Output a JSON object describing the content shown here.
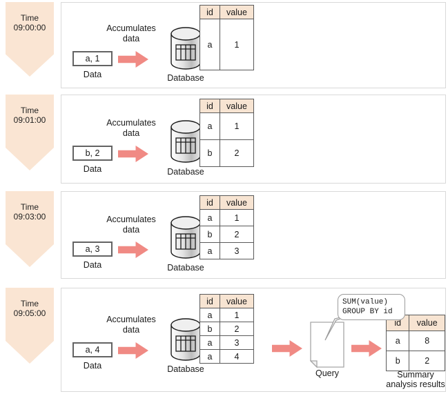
{
  "diagram": {
    "title": "Data accumulation and summary analysis over time",
    "colors": {
      "time_marker_fill": "#fae5d3",
      "arrow_fill": "#f08a84",
      "table_header_fill": "#f7e4d2",
      "panel_border": "#d9d9d9",
      "table_border": "#595959",
      "text": "#1a1a1a"
    },
    "labels": {
      "accumulates": "Accumulates\ndata",
      "accumulates_line1": "Accumulates",
      "accumulates_line2": "data",
      "data_caption": "Data",
      "database_caption": "Database",
      "query_caption": "Query",
      "summary_caption_line1": "Summary",
      "summary_caption_line2": "analysis results",
      "time_word": "Time"
    },
    "table_headers": [
      "id",
      "value"
    ],
    "rows": [
      {
        "time_label": "Time",
        "time_value": "09:00:00",
        "incoming_data": "a, 1",
        "db_table": {
          "headers": [
            "id",
            "value"
          ],
          "rows": [
            [
              "a",
              "1"
            ]
          ]
        },
        "has_query": false
      },
      {
        "time_label": "Time",
        "time_value": "09:01:00",
        "incoming_data": "b, 2",
        "db_table": {
          "headers": [
            "id",
            "value"
          ],
          "rows": [
            [
              "a",
              "1"
            ],
            [
              "b",
              "2"
            ]
          ]
        },
        "has_query": false
      },
      {
        "time_label": "Time",
        "time_value": "09:03:00",
        "incoming_data": "a, 3",
        "db_table": {
          "headers": [
            "id",
            "value"
          ],
          "rows": [
            [
              "a",
              "1"
            ],
            [
              "b",
              "2"
            ],
            [
              "a",
              "3"
            ]
          ]
        },
        "has_query": false
      },
      {
        "time_label": "Time",
        "time_value": "09:05:00",
        "incoming_data": "a, 4",
        "db_table": {
          "headers": [
            "id",
            "value"
          ],
          "rows": [
            [
              "a",
              "1"
            ],
            [
              "b",
              "2"
            ],
            [
              "a",
              "3"
            ],
            [
              "a",
              "4"
            ]
          ]
        },
        "has_query": true,
        "query_text_line1": "SUM(value)",
        "query_text_line2": "GROUP BY id",
        "summary_table": {
          "headers": [
            "id",
            "value"
          ],
          "rows": [
            [
              "a",
              "8"
            ],
            [
              "b",
              "2"
            ]
          ]
        }
      }
    ]
  }
}
